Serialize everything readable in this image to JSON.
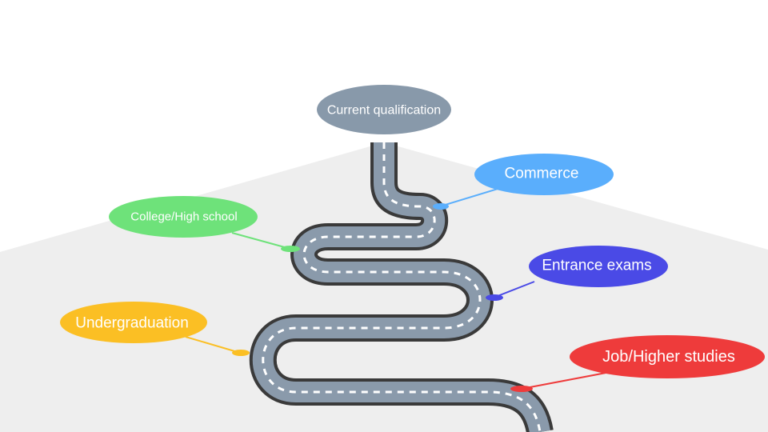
{
  "roadmap": {
    "start": {
      "label": "Current qualification",
      "color": "#8899aa"
    },
    "milestones": [
      {
        "id": "commerce",
        "label": "Commerce",
        "color": "#5aaefc"
      },
      {
        "id": "college-high-school",
        "label": "College/High school",
        "color": "#6ee27a"
      },
      {
        "id": "entrance-exams",
        "label": "Entrance exams",
        "color": "#4a4ae6"
      },
      {
        "id": "undergraduation",
        "label": "Undergraduation",
        "color": "#fbbf24"
      },
      {
        "id": "job-higher-studies",
        "label": "Job/Higher studies",
        "color": "#ee3b3b"
      }
    ]
  },
  "colors": {
    "road": "#8a9aab",
    "road_edge": "#3a3a3a",
    "lane_marking": "#ffffff",
    "ground": "#eeeeee"
  }
}
